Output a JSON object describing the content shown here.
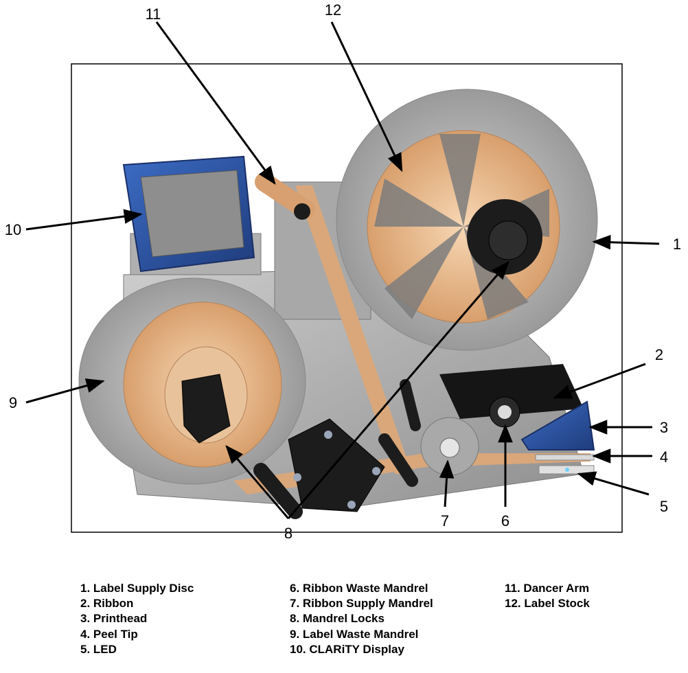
{
  "callouts": {
    "c1": "1",
    "c2": "2",
    "c3": "3",
    "c4": "4",
    "c5": "5",
    "c6": "6",
    "c7": "7",
    "c8": "8",
    "c9": "9",
    "c10": "10",
    "c11": "11",
    "c12": "12"
  },
  "legend": {
    "col1": [
      "1. Label Supply Disc",
      "2. Ribbon",
      "3. Printhead",
      "4. Peel Tip",
      "5. LED"
    ],
    "col2": [
      "6. Ribbon Waste Mandrel",
      "7. Ribbon Supply Mandrel",
      "8. Mandrel Locks",
      "9. Label Waste Mandrel",
      "10. CLARiTY Display"
    ],
    "col3": [
      "11. Dancer Arm",
      "12. Label Stock"
    ]
  },
  "colors": {
    "frame": "#000000",
    "metal": "#b9b9b9",
    "metal_dark": "#8c8c8c",
    "label_stock": "#e8b98c",
    "display_blue": "#2f5aa8",
    "screen": "#8e8e8e",
    "printhead_blue": "#2d4f9a",
    "black_part": "#1c1c1c"
  }
}
